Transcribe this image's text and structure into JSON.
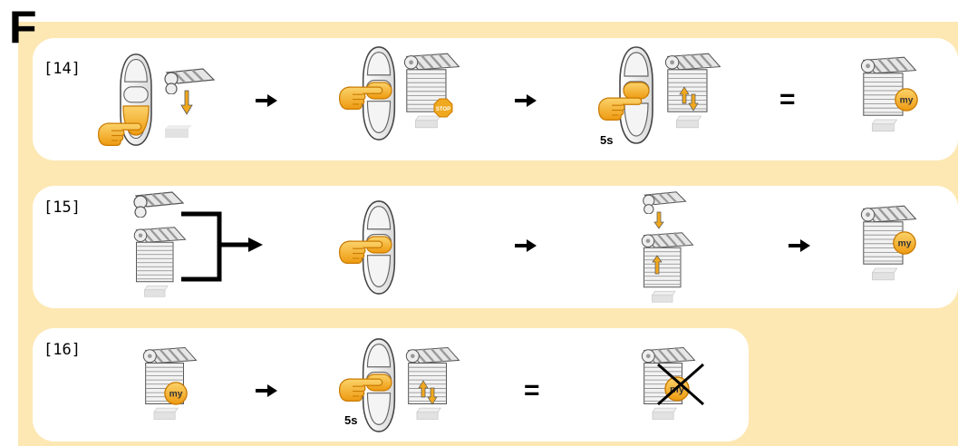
{
  "page": {
    "section_letter": "F",
    "colors": {
      "panel_background": "#fde8b4",
      "accent": "#f0a81e",
      "panel": "#ffffff"
    }
  },
  "steps": [
    {
      "label": "[14]",
      "sequence": [
        {
          "kind": "illustration",
          "icon": "remote-down-press-with-shutter-lowering"
        },
        {
          "kind": "operator",
          "symbol": "arrow-right"
        },
        {
          "kind": "illustration",
          "icon": "remote-my-press-with-shutter-stop"
        },
        {
          "kind": "operator",
          "symbol": "arrow-right"
        },
        {
          "kind": "illustration",
          "icon": "remote-my-hold-with-shutter-jog",
          "timer": "5s"
        },
        {
          "kind": "operator",
          "symbol": "equals",
          "text": "="
        },
        {
          "kind": "illustration",
          "icon": "shutter-with-my-badge"
        }
      ]
    },
    {
      "label": "[15]",
      "sequence": [
        {
          "kind": "illustration",
          "icon": "shutter-pair-bracket"
        },
        {
          "kind": "illustration",
          "icon": "remote-my-press"
        },
        {
          "kind": "operator",
          "symbol": "arrow-right"
        },
        {
          "kind": "illustration",
          "icon": "shutter-jog-down-up"
        },
        {
          "kind": "operator",
          "symbol": "arrow-right"
        },
        {
          "kind": "illustration",
          "icon": "shutter-with-my-badge"
        }
      ]
    },
    {
      "label": "[16]",
      "sequence": [
        {
          "kind": "illustration",
          "icon": "shutter-with-my-badge"
        },
        {
          "kind": "operator",
          "symbol": "arrow-right"
        },
        {
          "kind": "illustration",
          "icon": "remote-my-hold-with-shutter-jog",
          "timer": "5s"
        },
        {
          "kind": "operator",
          "symbol": "equals",
          "text": "="
        },
        {
          "kind": "illustration",
          "icon": "shutter-with-crossed-my-badge"
        }
      ]
    }
  ]
}
